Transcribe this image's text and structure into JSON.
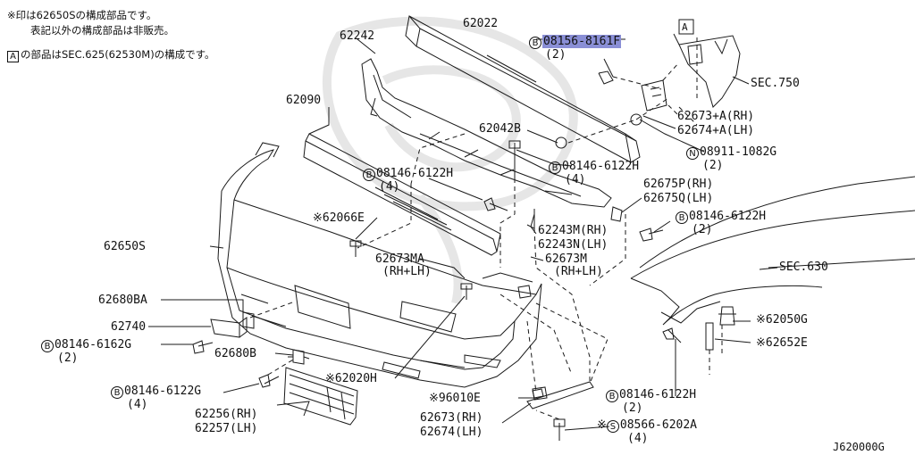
{
  "notes": {
    "line1": "※印は62650Sの構成部品です。",
    "line2": "表記以外の構成部品は非販売。",
    "line3_mark": "A",
    "line3": "の部品はSEC.625(62530M)の構成です。"
  },
  "callouts": {
    "p62022": "62022",
    "p62242": "62242",
    "p62090": "62090",
    "p62650s": "62650S",
    "p62680ba": "62680BA",
    "p62740": "62740",
    "p62680b": "62680B",
    "p62256": "62256(RH)",
    "p62257": "62257(LH)",
    "p62020h": "※62020H",
    "p62066e": "※62066E",
    "p62673ma": "62673MA",
    "p62673ma_sub": "(RH+LH)",
    "p62673m": "62673M",
    "p62673m_sub": "(RH+LH)",
    "p62042b": "62042B",
    "p62243m": "62243M(RH)",
    "p62243n": "62243N(LH)",
    "p62675p": "62675P(RH)",
    "p62675q": "62675Q(LH)",
    "p62673a": "62673+A(RH)",
    "p62674a": "62674+A(LH)",
    "p96010e": "※96010E",
    "p62673rh": "62673(RH)",
    "p62674lh": "62674(LH)",
    "p62050g": "※62050G",
    "p62652e": "※62652E",
    "sec750": "SEC.750",
    "sec630": "SEC.630",
    "box_a": "A",
    "diagram_code": "J620000G"
  },
  "fasteners": {
    "f1_mark": "B",
    "f1_part": "08156-8161F",
    "f1_qty": "(2)",
    "f2_mark": "N",
    "f2_part": "08911-1082G",
    "f2_qty": "(2)",
    "f3_mark": "B",
    "f3_part": "08146-6122H",
    "f3_qty": "(4)",
    "f4_mark": "B",
    "f4_part": "08146-6122H",
    "f4_qty": "(4)",
    "f5_mark": "B",
    "f5_part": "08146-6122H",
    "f5_qty": "(2)",
    "f6_mark": "B",
    "f6_part": "08146-6162G",
    "f6_qty": "(2)",
    "f7_mark": "B",
    "f7_part": "08146-6122G",
    "f7_qty": "(4)",
    "f8_mark": "B",
    "f8_part": "08146-6122H",
    "f8_qty": "(2)",
    "f9_star": "※",
    "f9_mark": "S",
    "f9_part": "08566-6202A",
    "f9_qty": "(4)"
  },
  "colors": {
    "line": "#1a1a1a",
    "highlight": "#8a8fd6",
    "watermark": "#e6e6e6"
  }
}
